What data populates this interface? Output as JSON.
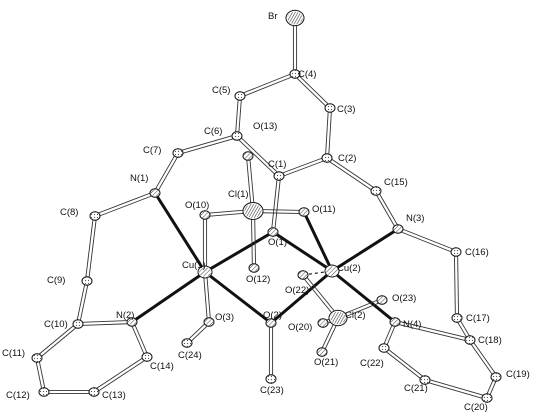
{
  "figure": {
    "atoms": [
      {
        "id": "Br",
        "label": "Br"
      },
      {
        "id": "C4",
        "label": "C(4)"
      },
      {
        "id": "C5",
        "label": "C(5)"
      },
      {
        "id": "C3",
        "label": "C(3)"
      },
      {
        "id": "C6",
        "label": "C(6)"
      },
      {
        "id": "O13",
        "label": "O(13)"
      },
      {
        "id": "C1",
        "label": "C(1)"
      },
      {
        "id": "C2",
        "label": "C(2)"
      },
      {
        "id": "C7",
        "label": "C(7)"
      },
      {
        "id": "Cl1",
        "label": "Cl(1)"
      },
      {
        "id": "C15",
        "label": "C(15)"
      },
      {
        "id": "N1",
        "label": "N(1)"
      },
      {
        "id": "O10",
        "label": "O(10)"
      },
      {
        "id": "O11",
        "label": "O(11)"
      },
      {
        "id": "N3",
        "label": "N(3)"
      },
      {
        "id": "C8",
        "label": "C(8)"
      },
      {
        "id": "O1",
        "label": "O(1)"
      },
      {
        "id": "C16",
        "label": "C(16)"
      },
      {
        "id": "C9",
        "label": "C(9)"
      },
      {
        "id": "Cu1",
        "label": "Cu(1)"
      },
      {
        "id": "O12",
        "label": "O(12)"
      },
      {
        "id": "Cu2",
        "label": "Cu(2)"
      },
      {
        "id": "N2",
        "label": "N(2)"
      },
      {
        "id": "O22",
        "label": "O(22)"
      },
      {
        "id": "O23",
        "label": "O(23)"
      },
      {
        "id": "C10",
        "label": "C(10)"
      },
      {
        "id": "O3",
        "label": "O(3)"
      },
      {
        "id": "O2",
        "label": "O(2)"
      },
      {
        "id": "Cl2",
        "label": "Cl(2)"
      },
      {
        "id": "N4",
        "label": "N(4)"
      },
      {
        "id": "C17",
        "label": "C(17)"
      },
      {
        "id": "O20",
        "label": "O(20)"
      },
      {
        "id": "C18",
        "label": "C(18)"
      },
      {
        "id": "C11",
        "label": "C(11)"
      },
      {
        "id": "C24",
        "label": "C(24)"
      },
      {
        "id": "C22",
        "label": "C(22)"
      },
      {
        "id": "O21",
        "label": "O(21)"
      },
      {
        "id": "C14",
        "label": "C(14)"
      },
      {
        "id": "C19",
        "label": "C(19)"
      },
      {
        "id": "C21",
        "label": "C(21)"
      },
      {
        "id": "C12",
        "label": "C(12)"
      },
      {
        "id": "C13",
        "label": "C(13)"
      },
      {
        "id": "C23",
        "label": "C(23)"
      },
      {
        "id": "C20",
        "label": "C(20)"
      }
    ],
    "bonds": [
      [
        "Br",
        "C4"
      ],
      [
        "C4",
        "C5"
      ],
      [
        "C4",
        "C3"
      ],
      [
        "C5",
        "C6"
      ],
      [
        "C3",
        "C2"
      ],
      [
        "C2",
        "C1"
      ],
      [
        "C1",
        "C6"
      ],
      [
        "C6",
        "C7"
      ],
      [
        "C7",
        "N1"
      ],
      [
        "N1",
        "C8"
      ],
      [
        "C8",
        "C9"
      ],
      [
        "C9",
        "C10"
      ],
      [
        "C10",
        "N2"
      ],
      [
        "N2",
        "C14"
      ],
      [
        "C14",
        "C13"
      ],
      [
        "C13",
        "C12"
      ],
      [
        "C12",
        "C11"
      ],
      [
        "C11",
        "C10"
      ],
      [
        "C2",
        "C15"
      ],
      [
        "C15",
        "N3"
      ],
      [
        "N3",
        "C16"
      ],
      [
        "C16",
        "C17"
      ],
      [
        "C17",
        "C18"
      ],
      [
        "C18",
        "N4"
      ],
      [
        "N4",
        "C22"
      ],
      [
        "C22",
        "C21"
      ],
      [
        "C21",
        "C20"
      ],
      [
        "C20",
        "C19"
      ],
      [
        "C19",
        "C18"
      ],
      [
        "C1",
        "O1"
      ],
      [
        "N1",
        "Cu1"
      ],
      [
        "N2",
        "Cu1"
      ],
      [
        "O1",
        "Cu1"
      ],
      [
        "O2",
        "Cu1"
      ],
      [
        "O10",
        "Cu1"
      ],
      [
        "O3",
        "Cu1"
      ],
      [
        "N3",
        "Cu2"
      ],
      [
        "N4",
        "Cu2"
      ],
      [
        "O1",
        "Cu2"
      ],
      [
        "O2",
        "Cu2"
      ],
      [
        "O11",
        "Cu2"
      ],
      [
        "Cl1",
        "O10"
      ],
      [
        "Cl1",
        "O11"
      ],
      [
        "Cl1",
        "O12"
      ],
      [
        "Cl1",
        "O13"
      ],
      [
        "O2",
        "C23"
      ],
      [
        "O3",
        "C24"
      ],
      [
        "Cl2",
        "O20"
      ],
      [
        "Cl2",
        "O21"
      ],
      [
        "Cl2",
        "O22"
      ],
      [
        "Cl2",
        "O23"
      ]
    ],
    "dashed_bonds": [
      [
        "O22",
        "Cu2"
      ]
    ],
    "thick_bonds": [
      [
        "N1",
        "Cu1"
      ],
      [
        "N2",
        "Cu1"
      ],
      [
        "O1",
        "Cu1"
      ],
      [
        "O2",
        "Cu1"
      ],
      [
        "N3",
        "Cu2"
      ],
      [
        "N4",
        "Cu2"
      ],
      [
        "O1",
        "Cu2"
      ],
      [
        "O2",
        "Cu2"
      ],
      [
        "O11",
        "Cu2"
      ]
    ]
  }
}
